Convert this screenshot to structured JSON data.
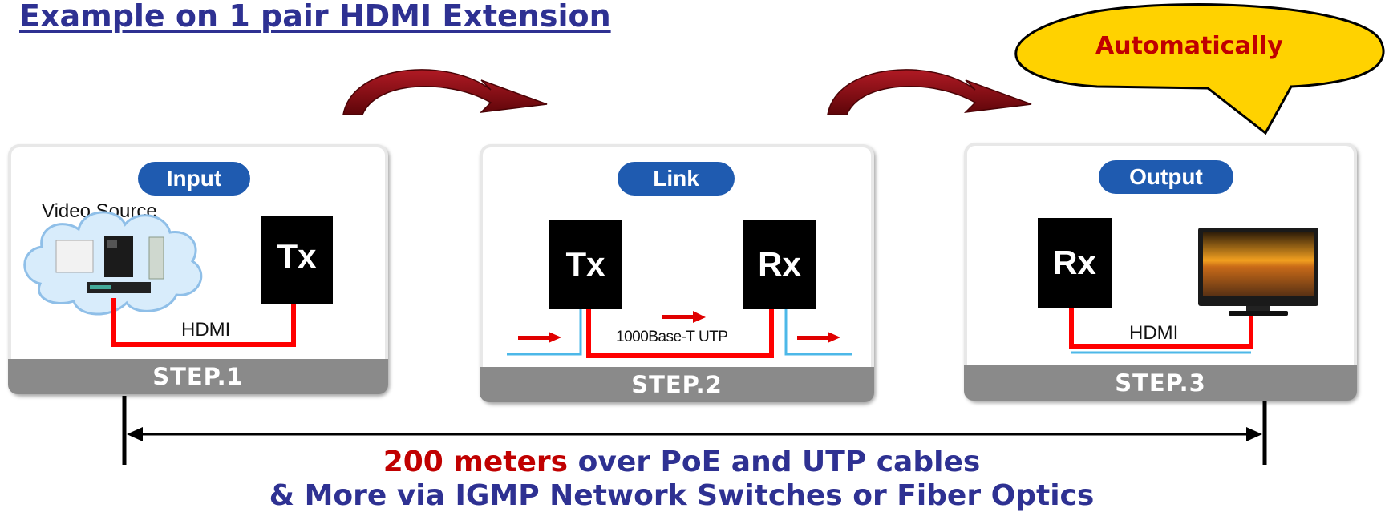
{
  "title": "Example on 1 pair HDMI Extension",
  "callout": "Automatically",
  "steps": [
    {
      "tag": "Input",
      "step": "STEP.1",
      "source_label": "Video Source",
      "device": "Tx",
      "cable_label": "HDMI"
    },
    {
      "tag": "Link",
      "step": "STEP.2",
      "device_left": "Tx",
      "device_right": "Rx",
      "cable_label": "1000Base-T UTP"
    },
    {
      "tag": "Output",
      "step": "STEP.3",
      "device": "Rx",
      "cable_label": "HDMI"
    }
  ],
  "distance": {
    "highlight": "200 meters",
    "line1_rest": " over PoE and UTP cables",
    "line2": "& More via IGMP Network Switches or Fiber Optics"
  },
  "colors": {
    "title": "#2e3192",
    "highlight": "#c00000",
    "pill": "#1f5bb0",
    "cable": "#ff0000",
    "arrow": "#8b0a14",
    "bubble": "#ffd200"
  }
}
